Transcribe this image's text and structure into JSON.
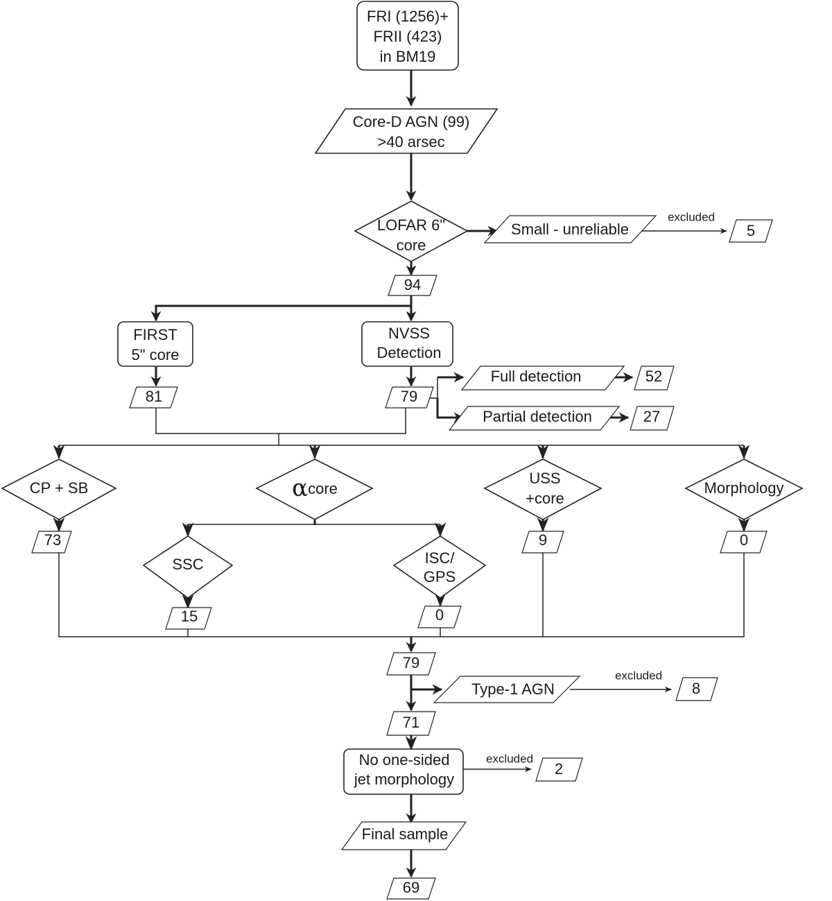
{
  "diagram": {
    "type": "flowchart",
    "nodes": {
      "start": {
        "lines": [
          "FRI (1256)+",
          "FRII (423)",
          "in BM19"
        ]
      },
      "core_d": {
        "lines": [
          "Core-D AGN (99)",
          ">40 arsec"
        ]
      },
      "lofar": {
        "lines": [
          "LOFAR 6\"",
          "core"
        ]
      },
      "small_unreliable": {
        "label": "Small - unreliable"
      },
      "excluded_small_count": {
        "label": "5"
      },
      "count_94": {
        "label": "94"
      },
      "first": {
        "lines": [
          "FIRST",
          "5\" core"
        ]
      },
      "nvss": {
        "lines": [
          "NVSS",
          "Detection"
        ]
      },
      "count_81": {
        "label": "81"
      },
      "count_79_nvss": {
        "label": "79"
      },
      "full_detection": {
        "label": "Full detection"
      },
      "count_52": {
        "label": "52"
      },
      "partial_detection": {
        "label": "Partial detection"
      },
      "count_27": {
        "label": "27"
      },
      "cp_sb": {
        "label": "CP + SB"
      },
      "alpha_core": {
        "symbol": "α",
        "label": "core"
      },
      "uss_core": {
        "lines": [
          "USS",
          "+core"
        ]
      },
      "morphology": {
        "label": "Morphology"
      },
      "count_73": {
        "label": "73"
      },
      "count_9": {
        "label": "9"
      },
      "count_0_morph": {
        "label": "0"
      },
      "ssc": {
        "label": "SSC"
      },
      "isc_gps": {
        "lines": [
          "ISC/",
          "GPS"
        ]
      },
      "count_15": {
        "label": "15"
      },
      "count_0_isc": {
        "label": "0"
      },
      "count_79_merged": {
        "label": "79"
      },
      "type1_agn": {
        "label": "Type-1 AGN"
      },
      "count_8": {
        "label": "8"
      },
      "count_71": {
        "label": "71"
      },
      "no_one_sided": {
        "lines": [
          "No one-sided",
          "jet morphology"
        ]
      },
      "count_2": {
        "label": "2"
      },
      "final_sample": {
        "label": "Final sample"
      },
      "count_69": {
        "label": "69"
      }
    },
    "edge_labels": {
      "excluded_1": "excluded",
      "excluded_2": "excluded",
      "excluded_3": "excluded"
    }
  }
}
